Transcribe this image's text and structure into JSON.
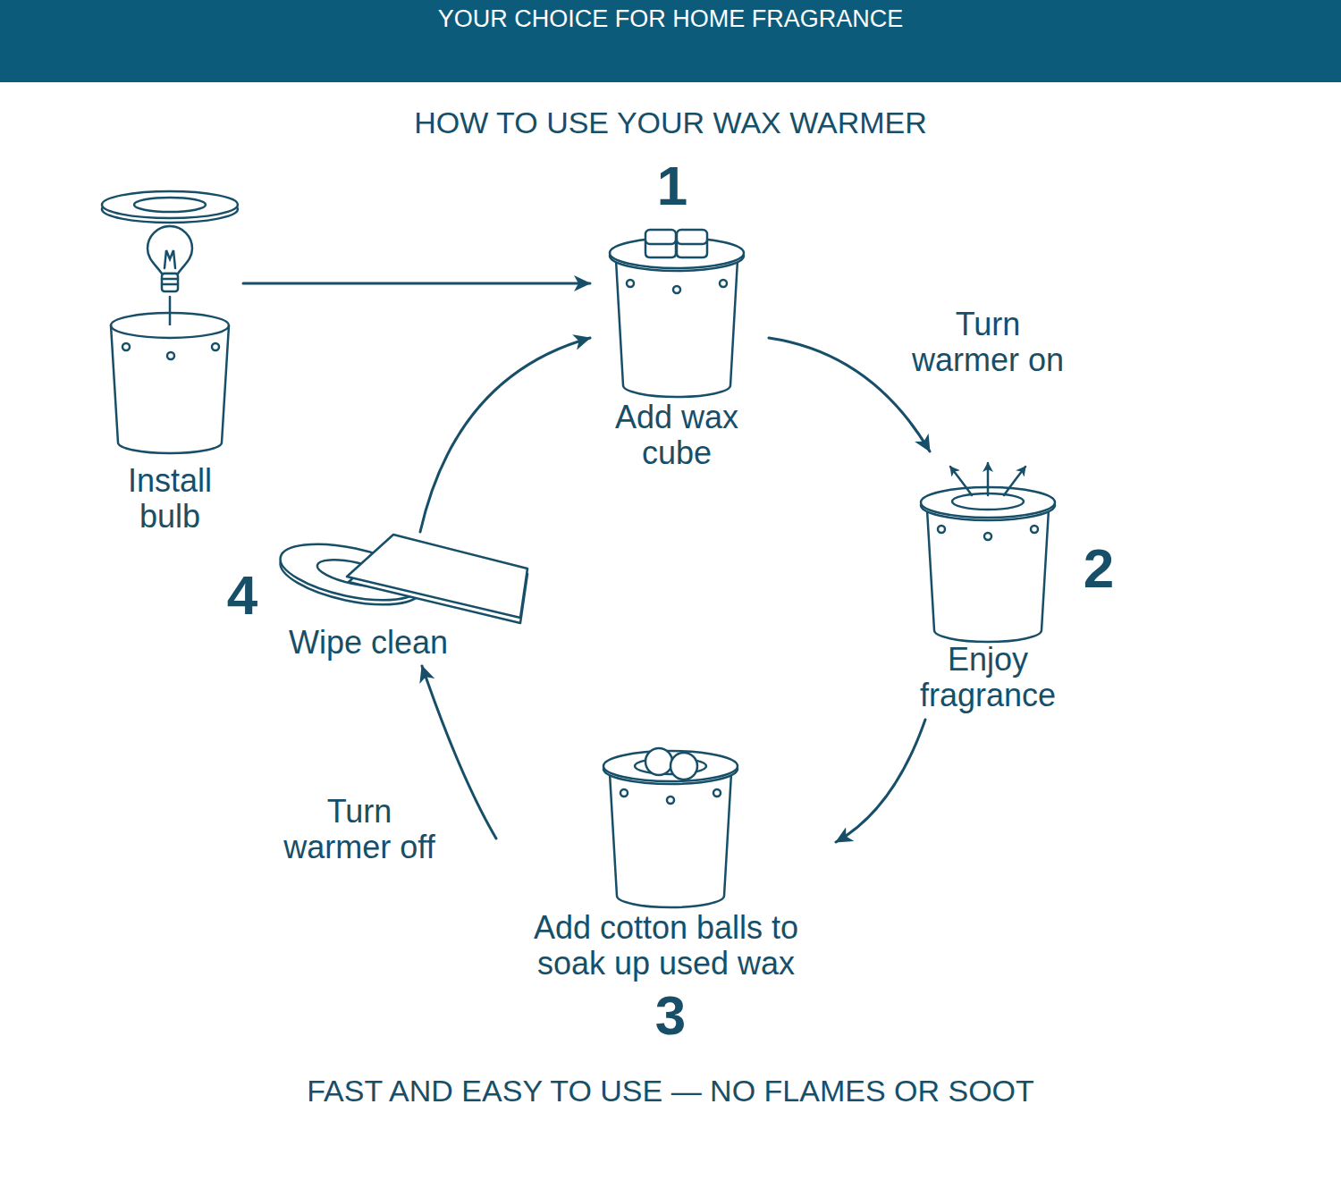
{
  "diagram": {
    "title": "HOW TO USE YOUR WAX WARMER",
    "caption": "FAST AND EASY TO USE — NO FLAMES OR SOOT",
    "nodes": [
      {
        "text": [
          "Install bulb"
        ]
      },
      {
        "text": [
          "1",
          "Add wax cube"
        ]
      },
      {
        "text": [
          "2",
          "Enjoy fragrance"
        ]
      },
      {
        "text": [
          "Add cotton balls to soak up used wax",
          "3"
        ]
      },
      {
        "text": [
          "4",
          "Wipe clean"
        ]
      }
    ],
    "edges": [
      {
        "from": 0,
        "to": 1,
        "arrow": "to"
      },
      {
        "from": 1,
        "to": 2,
        "label": "Turn warmer on",
        "arrow": "to"
      },
      {
        "from": 2,
        "to": 3,
        "arrow": "to"
      },
      {
        "from": 3,
        "to": 4,
        "label": "Turn warmer off",
        "arrow": "to"
      },
      {
        "from": 4,
        "to": 1,
        "arrow": "to"
      }
    ],
    "labels": [
      "YOUR CHOICE FOR HOME FRAGRANCE"
    ]
  }
}
